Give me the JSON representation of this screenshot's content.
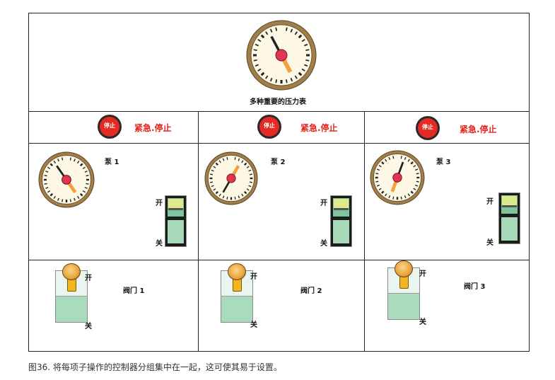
{
  "main_gauge": {
    "label": "多种重要的压力表",
    "icon": "pressure-gauge-icon"
  },
  "stop_buttons": [
    {
      "button_text": "停止",
      "label": "紧急.停止"
    },
    {
      "button_text": "停止",
      "label": "紧急.停止"
    },
    {
      "button_text": "停止",
      "label": "紧急.停止"
    }
  ],
  "pumps": [
    {
      "label": "泵 1",
      "on_label": "开",
      "off_label": "关",
      "switch_state": "on"
    },
    {
      "label": "泵 2",
      "on_label": "开",
      "off_label": "关",
      "switch_state": "on"
    },
    {
      "label": "泵 3",
      "on_label": "开",
      "off_label": "关",
      "switch_state": "on"
    }
  ],
  "valves": [
    {
      "label": "阀门 1",
      "on_label": "开",
      "off_label": "关",
      "lever_state": "on"
    },
    {
      "label": "阀门 2",
      "on_label": "开",
      "off_label": "关",
      "lever_state": "on"
    },
    {
      "label": "阀门 3",
      "on_label": "开",
      "off_label": "关",
      "lever_state": "on"
    }
  ],
  "caption": "图36. 将每项子操作的控制器分组集中在一起，这可使其易于设置。",
  "colors": {
    "stop_red": "#e42a22",
    "switch_green": "#a7d8b8",
    "knob_yellow": "#dfe88d",
    "gauge_rim": "#a07d4a",
    "lever_amber": "#f2b61f"
  }
}
